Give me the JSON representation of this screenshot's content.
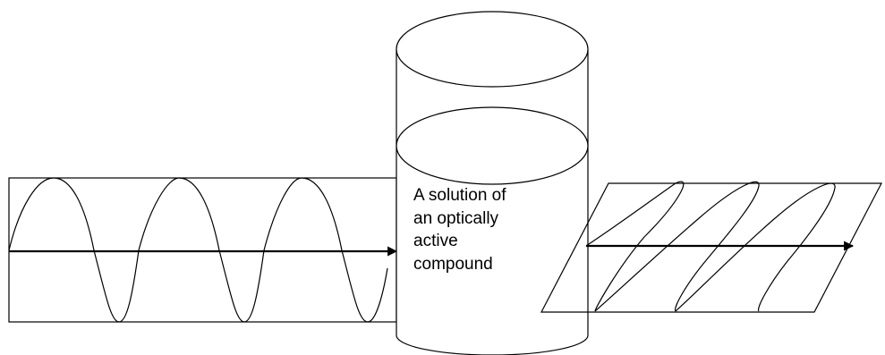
{
  "diagram": {
    "solution_label_lines": [
      "A solution of",
      "an optically",
      "active",
      "compound"
    ],
    "stroke_color": "#000000",
    "background_color": "#ffffff"
  }
}
